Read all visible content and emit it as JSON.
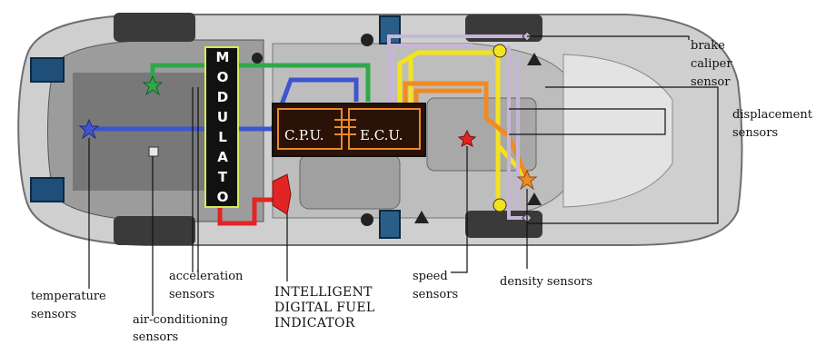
{
  "modulator": {
    "letters": [
      "M",
      "O",
      "D",
      "U",
      "L",
      "A",
      "T",
      "O"
    ]
  },
  "cpu_label": "C.P.U.",
  "ecu_label": "E.C.U.",
  "labels": {
    "brake_caliper_sensor": [
      "brake",
      "caliper",
      "sensor"
    ],
    "displacement_sensors": [
      "displacement",
      "sensors"
    ],
    "acceleration_sensors": [
      "acceleration",
      "sensors"
    ],
    "temperature_sensors": [
      "temperature",
      "sensors"
    ],
    "air_conditioning_sensors": [
      "air-conditioning",
      "sensors"
    ],
    "fuel_indicator": [
      "INTELLIGENT",
      "DIGITAL FUEL",
      "INDICATOR"
    ],
    "speed_sensors": [
      "speed",
      "sensors"
    ],
    "density_sensors": "density sensors"
  },
  "colors": {
    "green": "#2fa84a",
    "blue": "#3f55d0",
    "yellow": "#f4e21e",
    "orange": "#f08a25",
    "lavender": "#c6b6d6",
    "red": "#e22424",
    "cpu_box": "#2a1206",
    "cpu_border": "#e88a2a",
    "modulator_box": "#111111",
    "modulator_border": "#d8e85a"
  }
}
